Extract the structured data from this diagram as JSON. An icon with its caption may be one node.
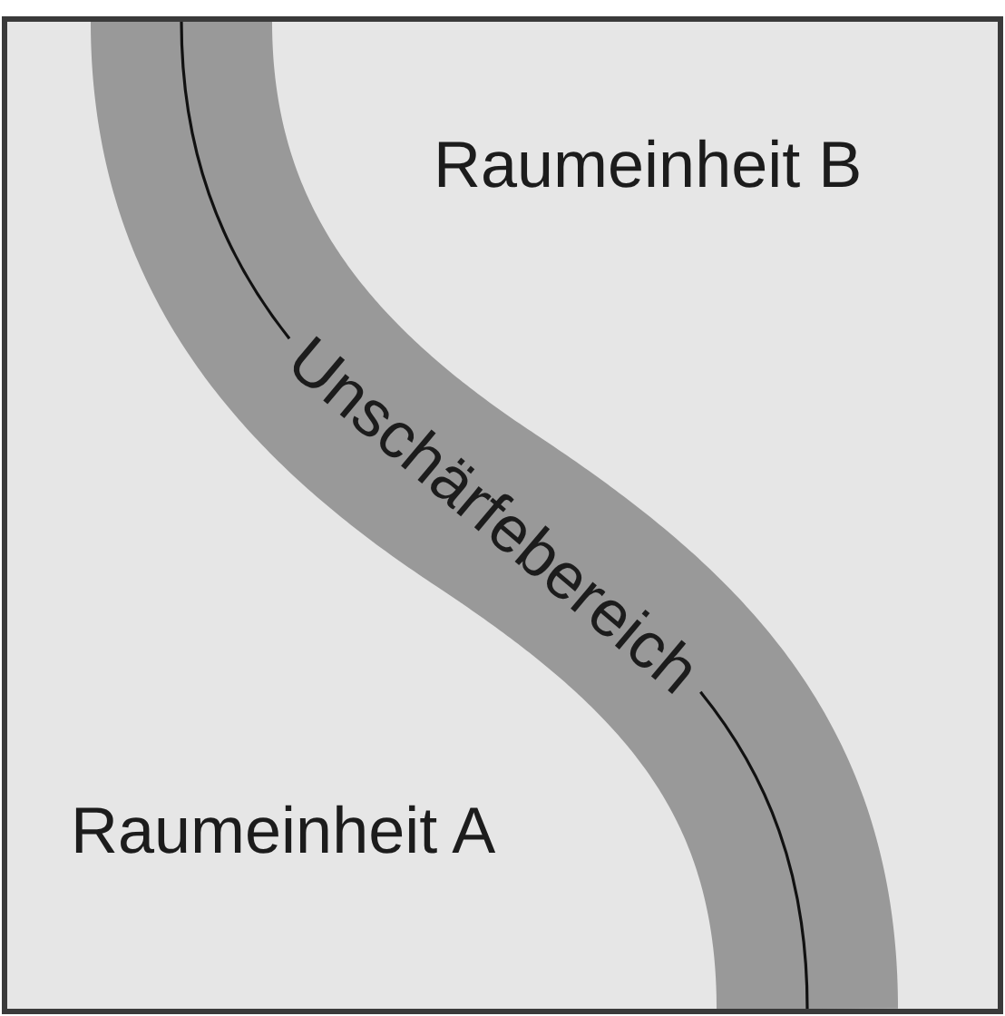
{
  "diagram": {
    "nodes": [
      {
        "text": [
          "Raumeinheit B"
        ]
      },
      {
        "text": [
          "Unschärfebereich"
        ]
      },
      {
        "text": [
          "Raumeinheit A"
        ]
      }
    ]
  }
}
